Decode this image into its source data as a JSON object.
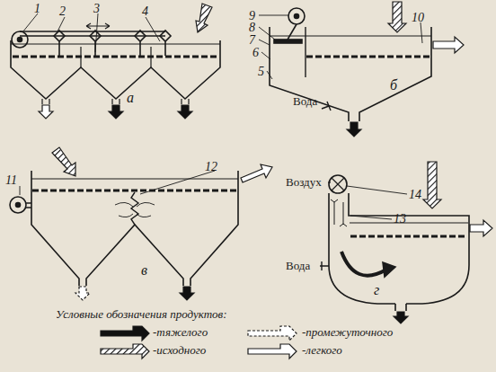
{
  "diagram": {
    "labels": [
      "1",
      "2",
      "3",
      "4",
      "9",
      "10",
      "8",
      "7",
      "6",
      "5",
      "а",
      "Вода",
      "б",
      "11",
      "12",
      "Воздух",
      "14",
      "13",
      "Вода",
      "в",
      "г",
      "Условные обозначения продуктов:"
    ],
    "legend": [
      {
        "text": "-тяжелого"
      },
      {
        "text": "-исходного"
      },
      {
        "text": "-промежуточного"
      },
      {
        "text": "-легкого"
      }
    ]
  }
}
